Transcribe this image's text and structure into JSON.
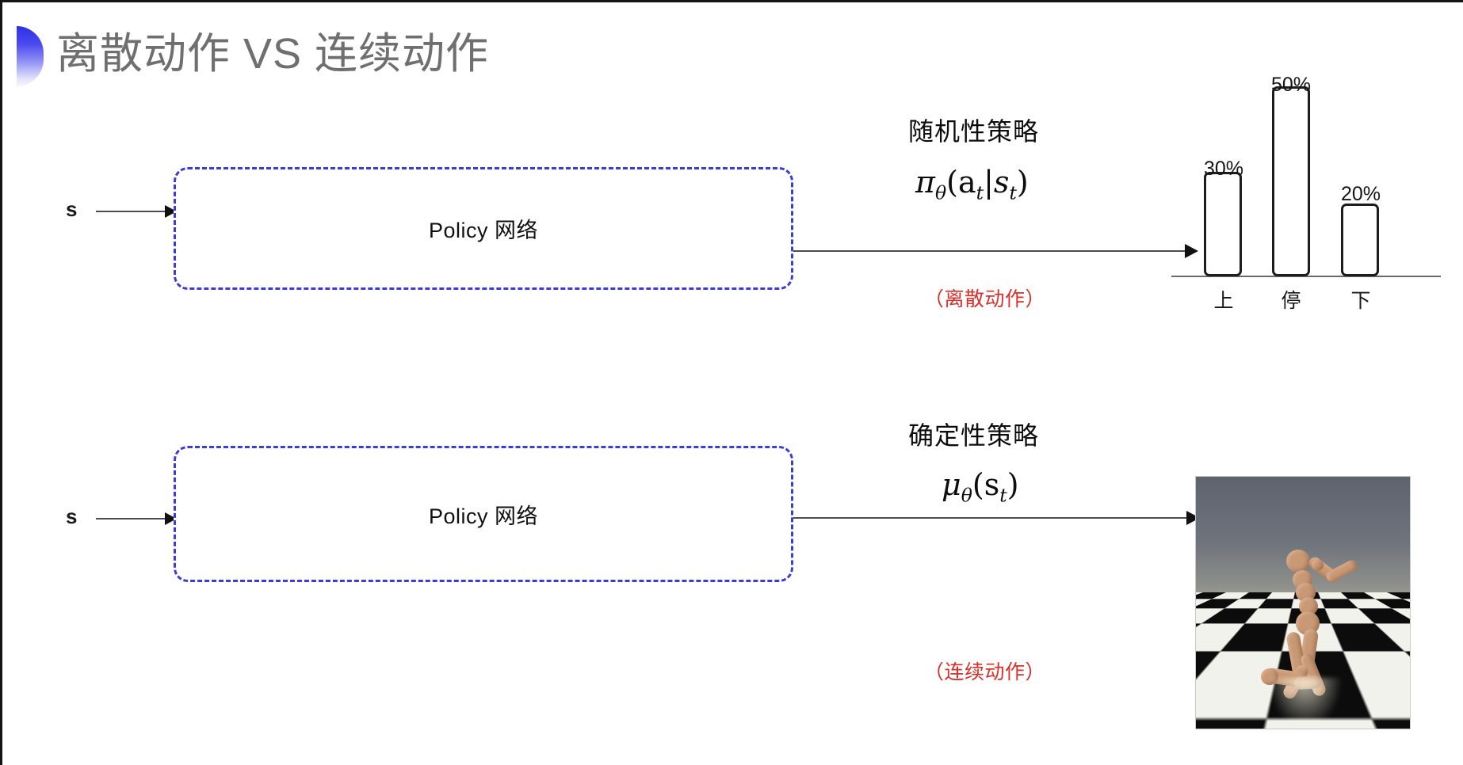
{
  "slide": {
    "title": "离散动作 VS 连续动作",
    "decoration": "half-circle-gradient",
    "accent_color": "#3b3bd6",
    "title_color": "#6f6f6f",
    "note_color": "#d8302a"
  },
  "rows": [
    {
      "id": "discrete",
      "state_label": "s",
      "box_label": "Policy 网络",
      "policy_kind": "随机性策略",
      "policy_math_pi": "π",
      "policy_math_theta": "θ",
      "policy_math_rest": "(a",
      "policy_math_t1": "t",
      "policy_math_bar": "|s",
      "policy_math_t2": "t",
      "policy_math_close": ")",
      "note": "（离散动作）"
    },
    {
      "id": "continuous",
      "state_label": "s",
      "box_label": "Policy 网络",
      "policy_kind": "确定性策略",
      "policy_math_mu": "μ",
      "policy_math_theta": "θ",
      "policy_math_open": "(s",
      "policy_math_t": "t",
      "policy_math_close": ")",
      "note": "（连续动作）"
    }
  ],
  "chart_data": {
    "type": "bar",
    "title": "",
    "categories": [
      "上",
      "停",
      "下"
    ],
    "values": [
      30,
      50,
      20
    ],
    "value_labels": [
      "30%",
      "50%",
      "20%"
    ],
    "xlabel": "",
    "ylabel": "",
    "ylim": [
      0,
      55
    ],
    "grid": false,
    "legend": "none",
    "bar_style": "outlined-rounded",
    "bar_fill": "#ffffff",
    "bar_stroke": "#1d1d1d",
    "axis_color": "#6b6b6b"
  },
  "sim_image": {
    "caption": "",
    "alt": "MuJoCo humanoid kneeling on checkerboard floor",
    "sky_color": "#6b7079",
    "floor_colors": [
      "#f2f2ec",
      "#0c0c0c"
    ],
    "body_color": "#c99874"
  }
}
